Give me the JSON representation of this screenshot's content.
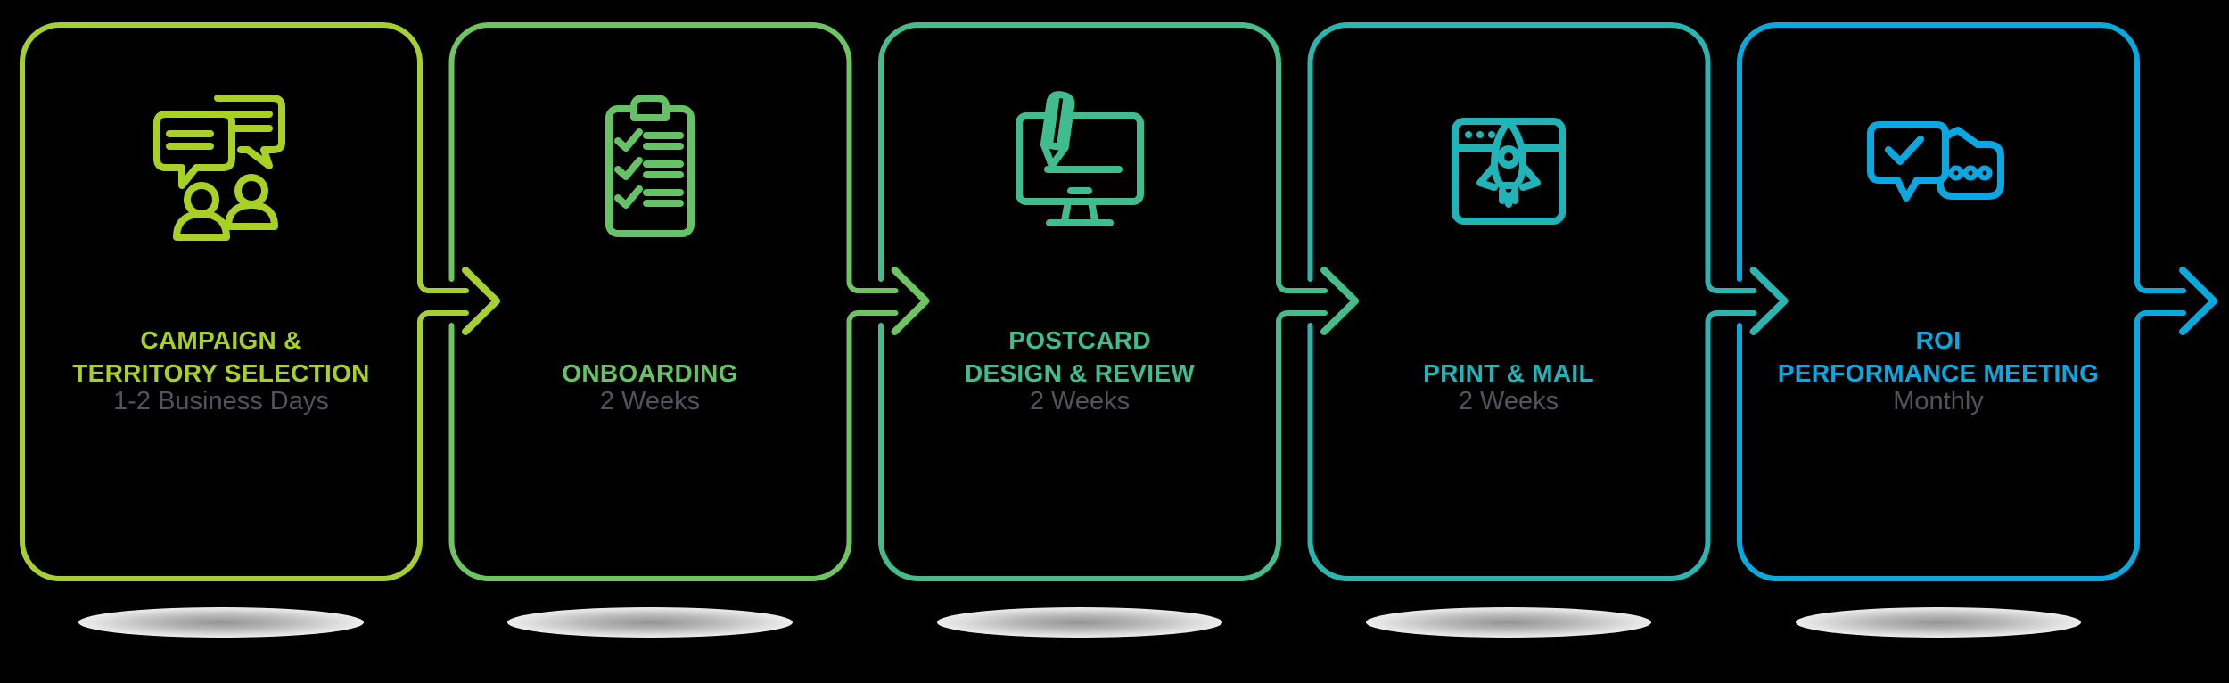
{
  "background": "#000000",
  "flow": {
    "duration_color": "#50545d",
    "shadow_color": "#e2e2e2",
    "steps": [
      {
        "step": 1,
        "title": "CAMPAIGN &\nTERRITORY SELECTION",
        "duration": "1-2 Business Days",
        "accent": "#a9d125",
        "border": "#a6cf33",
        "icon": "conversation-people-icon"
      },
      {
        "step": 2,
        "title": "ONBOARDING",
        "duration": "2 Weeks",
        "accent": "#66c365",
        "border": "#6ec461",
        "icon": "clipboard-checklist-icon"
      },
      {
        "step": 3,
        "title": "POSTCARD\nDESIGN & REVIEW",
        "duration": "2 Weeks",
        "accent": "#3fbd90",
        "border": "#47bc8b",
        "icon": "monitor-pencil-icon"
      },
      {
        "step": 4,
        "title": "PRINT & MAIL",
        "duration": "2 Weeks",
        "accent": "#20b3b7",
        "border": "#2bb5b1",
        "icon": "rocket-browser-icon"
      },
      {
        "step": 5,
        "title": "ROI\nPERFORMANCE MEETING",
        "duration": "Monthly",
        "accent": "#0ba7e1",
        "border": "#08a9dd",
        "icon": "feedback-bubbles-icon"
      }
    ]
  }
}
